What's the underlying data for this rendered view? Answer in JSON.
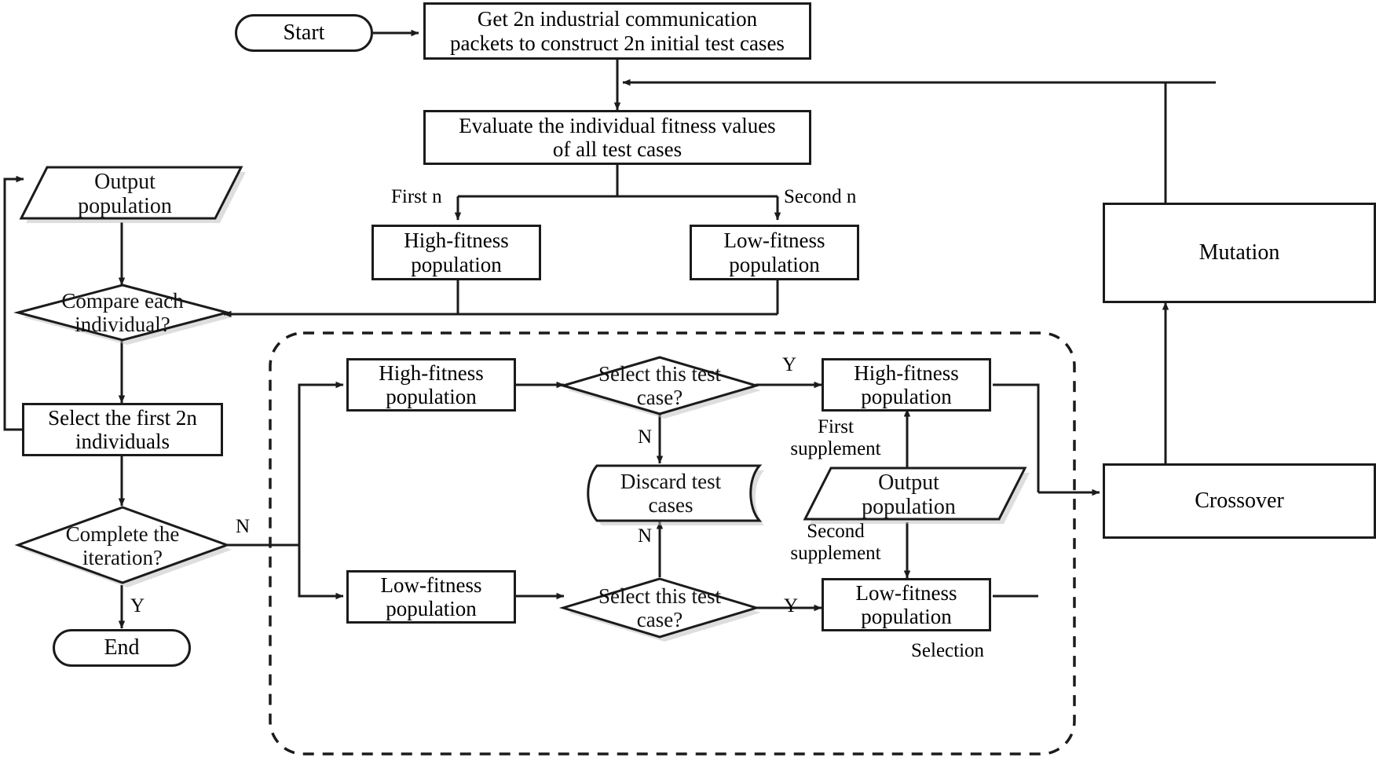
{
  "diagram": {
    "title": "Test case generation flowchart",
    "group_label": "Selection",
    "colors": {
      "line": "#1b1b1b",
      "text": "#000000",
      "shadow": "#9a9a9a",
      "background": "#ffffff"
    }
  },
  "nodes": {
    "start": {
      "label": "Start",
      "shape": "terminator"
    },
    "get_packets": {
      "label": "Get 2n industrial communication\npackets to construct 2n initial test cases",
      "shape": "process"
    },
    "evaluate": {
      "label": "Evaluate the individual fitness values\nof all test cases",
      "shape": "process"
    },
    "high_fitness_top": {
      "label": "High-fitness\npopulation",
      "shape": "process"
    },
    "low_fitness_top": {
      "label": "Low-fitness\npopulation",
      "shape": "process"
    },
    "output_population_left": {
      "label": "Output\npopulation",
      "shape": "parallelogram"
    },
    "compare_each": {
      "label": "Compare each\nindividual?",
      "shape": "decision"
    },
    "select_first_2n": {
      "label": "Select the first 2n\nindividuals",
      "shape": "process"
    },
    "complete_iteration": {
      "label": "Complete the\niteration?",
      "shape": "decision"
    },
    "end": {
      "label": "End",
      "shape": "terminator"
    },
    "high_fitness_in": {
      "label": "High-fitness\npopulation",
      "shape": "process"
    },
    "low_fitness_in": {
      "label": "Low-fitness\npopulation",
      "shape": "process"
    },
    "select_case_top": {
      "label": "Select this test\ncase?",
      "shape": "decision"
    },
    "select_case_bottom": {
      "label": "Select this test\ncase?",
      "shape": "decision"
    },
    "discard_cases": {
      "label": "Discard test\ncases",
      "shape": "tape"
    },
    "high_fitness_out": {
      "label": "High-fitness\npopulation",
      "shape": "process"
    },
    "low_fitness_out": {
      "label": "Low-fitness\npopulation",
      "shape": "process"
    },
    "output_population_mid": {
      "label": "Output\npopulation",
      "shape": "parallelogram"
    },
    "mutation": {
      "label": "Mutation",
      "shape": "process"
    },
    "crossover": {
      "label": "Crossover",
      "shape": "process"
    }
  },
  "edge_labels": {
    "first_n": "First n",
    "second_n": "Second n",
    "y_select_top": "Y",
    "n_select_top": "N",
    "y_select_bottom": "Y",
    "n_select_bottom": "N",
    "n_iteration": "N",
    "y_iteration": "Y",
    "first_supplement": "First\nsupplement",
    "second_supplement": "Second\nsupplement"
  }
}
